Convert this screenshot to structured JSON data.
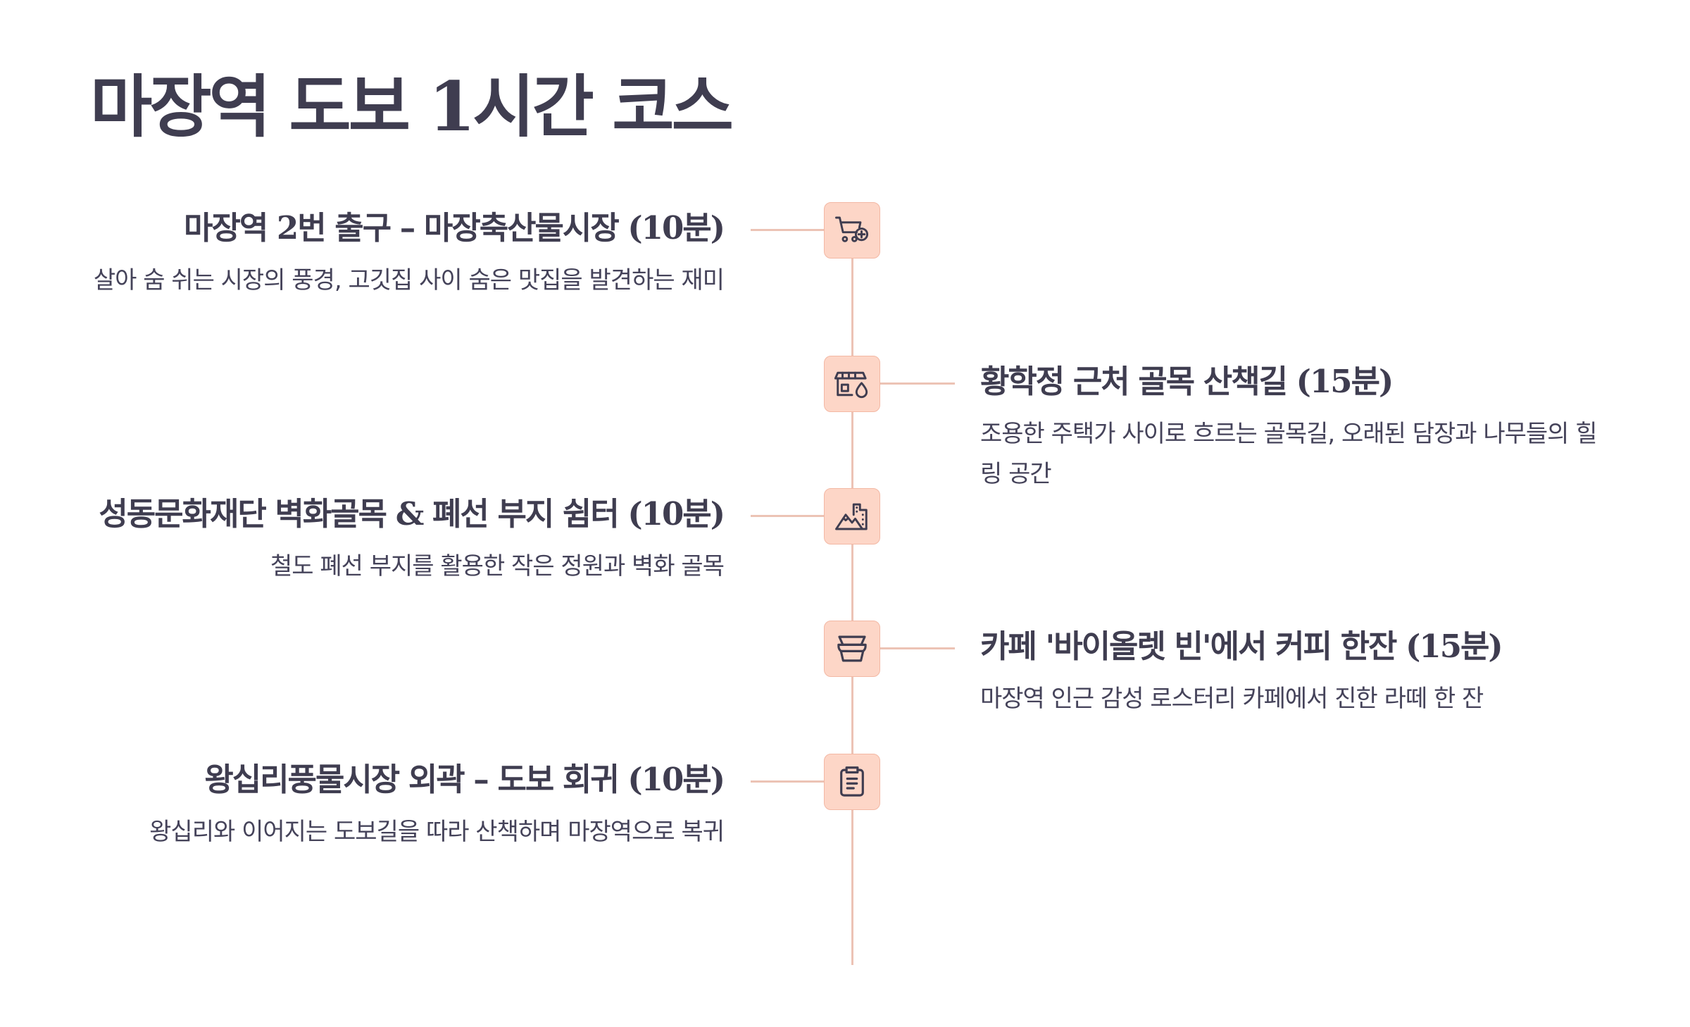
{
  "title": "마장역 도보 1시간 코스",
  "colors": {
    "text": "#3f3d50",
    "accent_line": "#ecc3b5",
    "icon_background": "#fdd6c7",
    "icon_stroke": "#3f3d50"
  },
  "stops": [
    {
      "side": "left",
      "icon": "shopping-cart-plus-icon",
      "title": "마장역 2번 출구 – 마장축산물시장 (10분)",
      "description": "살아 숨 쉬는 시장의 풍경, 고깃집 사이 숨은 맛집을 발견하는 재미"
    },
    {
      "side": "right",
      "icon": "shop-water-drop-icon",
      "title": "황학정 근처 골목 산책길 (15분)",
      "description": "조용한 주택가 사이로 흐르는 골목길, 오래된 담장과 나무들의 힐링 공간"
    },
    {
      "side": "left",
      "icon": "mountain-city-icon",
      "title": "성동문화재단 벽화골목 & 폐선 부지 쉼터 (10분)",
      "description": "철도 폐선 부지를 활용한 작은 정원과 벽화 골목"
    },
    {
      "side": "right",
      "icon": "coffee-cup-icon",
      "title": "카페 '바이올렛 빈'에서 커피 한잔 (15분)",
      "description": "마장역 인근 감성 로스터리 카페에서 진한 라떼 한 잔"
    },
    {
      "side": "left",
      "icon": "clipboard-list-icon",
      "title": "왕십리풍물시장 외곽 – 도보 회귀 (10분)",
      "description": "왕십리와 이어지는 도보길을 따라 산책하며 마장역으로 복귀"
    }
  ]
}
